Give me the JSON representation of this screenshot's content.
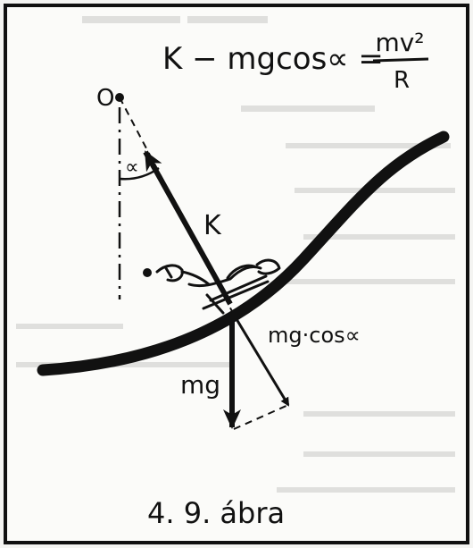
{
  "figure": {
    "equation_lhs": "K − mgcos∝ =",
    "equation_num": "mv²",
    "equation_den": "R",
    "label_center": "O",
    "label_angle": "∝",
    "label_K": "K",
    "label_mg_cos": "mg·cos∝",
    "label_mg": "mg",
    "caption": "4. 9. ábra"
  }
}
